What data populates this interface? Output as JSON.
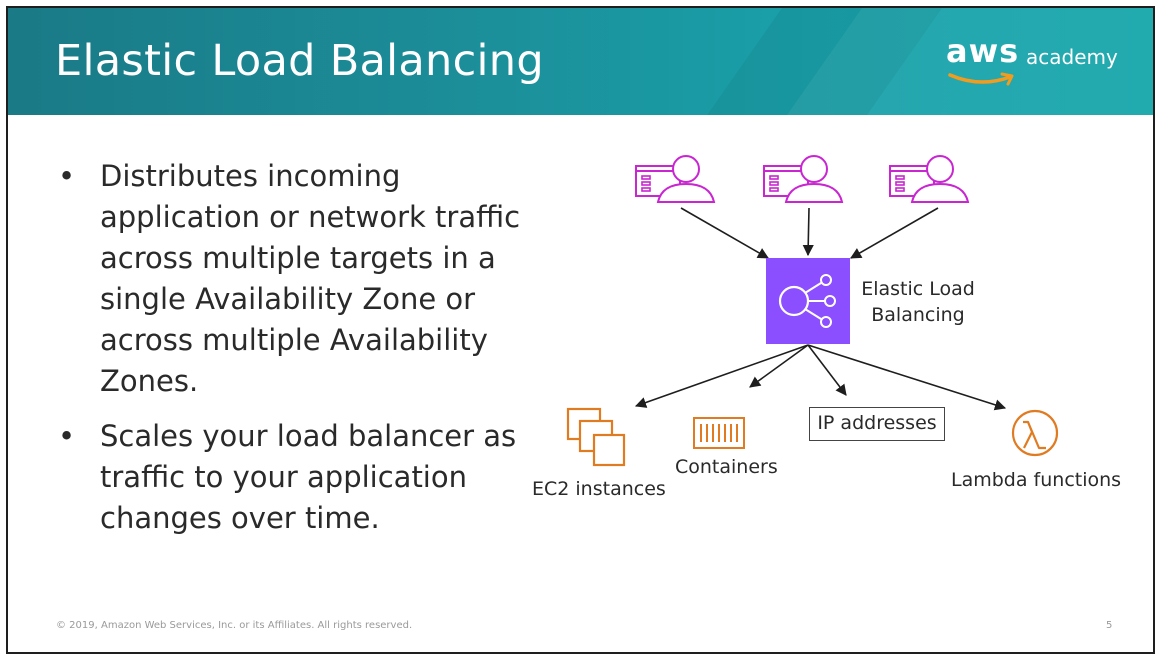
{
  "slide": {
    "title": "Elastic Load Balancing",
    "logo": {
      "brand": "aws",
      "suffix": "academy"
    },
    "bullets": [
      {
        "marker": "•",
        "text": "Distributes incoming application or network traffic across multiple targets in a single Availability Zone or across multiple Availability Zones."
      },
      {
        "marker": "•",
        "text": "Scales your load balancer as traffic to your application changes over time."
      }
    ],
    "footer": {
      "copyright": "© 2019, Amazon Web Services, Inc. or its Affiliates. All rights reserved.",
      "page_number": "5"
    }
  },
  "diagram": {
    "load_balancer_label_line1": "Elastic Load",
    "load_balancer_label_line2": "Balancing",
    "targets": {
      "ec2": "EC2 instances",
      "containers": "Containers",
      "ip": "IP addresses",
      "lambda": "Lambda functions"
    },
    "colors": {
      "client": "#c925d1",
      "elb_fill": "#8c4fff",
      "target": "#e07b22",
      "arrow": "#1e1e1e"
    }
  }
}
